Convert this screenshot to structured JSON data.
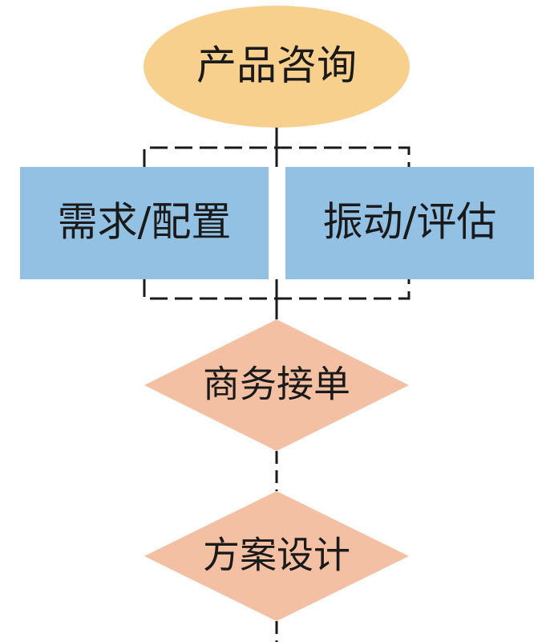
{
  "colors": {
    "ellipse_fill": "#f8d08e",
    "rect_fill": "#93c1e3",
    "diamond_fill": "#f4c0a3",
    "line": "#1a1a1a"
  },
  "nodes": {
    "start": {
      "label": "产品咨询",
      "shape": "ellipse"
    },
    "left_box": {
      "label": "需求/配置",
      "shape": "rectangle"
    },
    "right_box": {
      "label": "振动/评估",
      "shape": "rectangle"
    },
    "decision_1": {
      "label": "商务接单",
      "shape": "diamond"
    },
    "decision_2": {
      "label": "方案设计",
      "shape": "diamond"
    }
  }
}
